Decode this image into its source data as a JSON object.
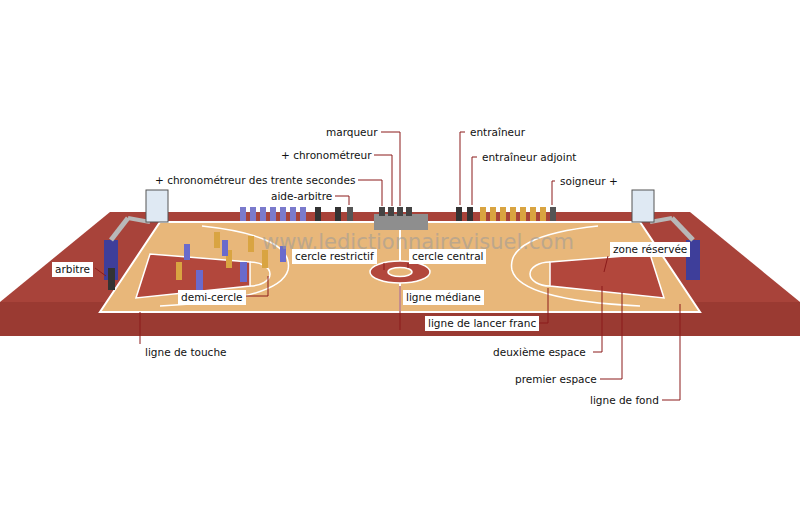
{
  "diagram": {
    "labels": [
      "marqueur",
      "+ chronométreur",
      "+ chronométreur des trente secondes",
      "aide-arbitre",
      "entraîneur",
      "entraîneur adjoint",
      "soigneur +",
      "arbitre",
      "cercle restrictif",
      "cercle central",
      "zone réservée",
      "demi-cercle",
      "ligne médiane",
      "ligne de lancer franc",
      "ligne de touche",
      "deuxième espace",
      "premier espace",
      "ligne de fond",
      "www.ledictionnairevisuel.com"
    ]
  }
}
